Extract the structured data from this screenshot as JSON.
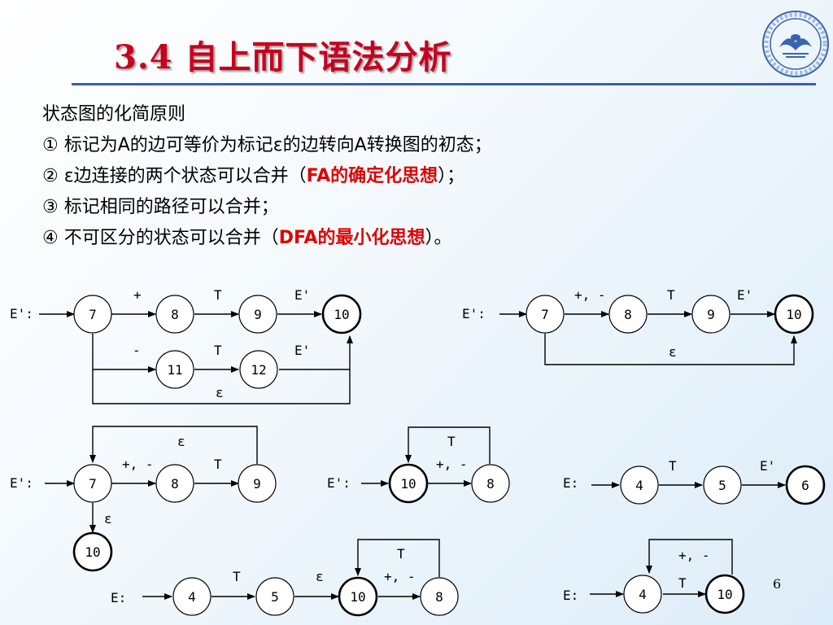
{
  "slide": {
    "title": "3.4 自上而下语法分析",
    "heading": "状态图的化简原则",
    "rules": [
      {
        "num": "①",
        "text": "标记为A的边可等价为标记ε的边转向A转换图的初态；",
        "pre": "",
        "hl": "",
        "post": ""
      },
      {
        "num": "②",
        "pre": "ε边连接的两个状态可以合并（",
        "hl": "FA的确定化思想",
        "post": "）；",
        "text": ""
      },
      {
        "num": "③",
        "text": "标记相同的路径可以合并；",
        "pre": "",
        "hl": "",
        "post": ""
      },
      {
        "num": "④",
        "pre": "不可区分的状态可以合并（",
        "hl": "DFA的最小化思想",
        "post": "）。",
        "text": ""
      }
    ],
    "page_number": "6"
  },
  "colors": {
    "title": "#c8001e",
    "rule": "#3b5bb5",
    "highlight": "#e00000"
  },
  "diagrams": {
    "d1": {
      "start": "E':",
      "states": [
        "7",
        "8",
        "9",
        "10",
        "11",
        "12"
      ],
      "edges": [
        "+",
        "T",
        "E'",
        "-",
        "T",
        "E'",
        "ε"
      ]
    },
    "d2": {
      "start": "E':",
      "states": [
        "7",
        "8",
        "9",
        "10"
      ],
      "edges": [
        "+, -",
        "T",
        "E'",
        "ε"
      ]
    },
    "d3": {
      "start": "E':",
      "states": [
        "7",
        "8",
        "9",
        "10"
      ],
      "edges": [
        "ε",
        "+, -",
        "T",
        "ε"
      ]
    },
    "d4": {
      "start": "E':",
      "states": [
        "10",
        "8"
      ],
      "edges": [
        "T",
        "+, -"
      ]
    },
    "d5": {
      "start": "E:",
      "states": [
        "4",
        "5",
        "6"
      ],
      "edges": [
        "T",
        "E'"
      ]
    },
    "d6": {
      "start": "E:",
      "states": [
        "4",
        "5",
        "10",
        "8"
      ],
      "edges": [
        "T",
        "ε",
        "T",
        "+, -"
      ]
    },
    "d7": {
      "start": "E:",
      "states": [
        "4",
        "10"
      ],
      "edges": [
        "+, -",
        "T"
      ]
    }
  }
}
